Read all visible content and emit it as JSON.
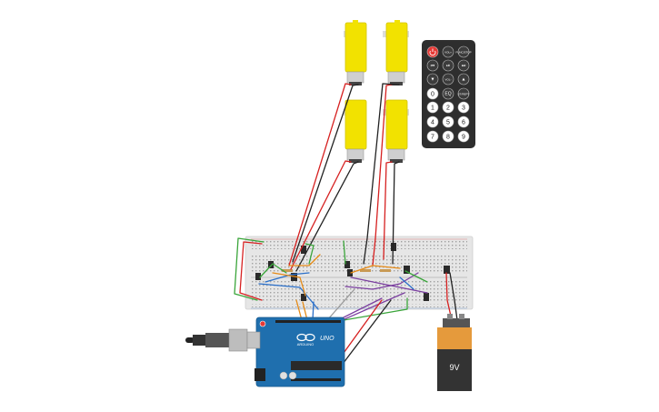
{
  "remote": {
    "buttons": [
      {
        "name": "power-button",
        "label": "",
        "icon": "power-icon",
        "color": "#e53935"
      },
      {
        "name": "vol-up-button",
        "label": "VOL+"
      },
      {
        "name": "func-stop-button",
        "label": "FUNC/STOP"
      },
      {
        "name": "rewind-button",
        "label": "⏮",
        "icon": "rewind-icon"
      },
      {
        "name": "play-pause-button",
        "label": "⏯",
        "icon": "play-pause-icon"
      },
      {
        "name": "fast-forward-button",
        "label": "⏭",
        "icon": "fast-forward-icon"
      },
      {
        "name": "down-button",
        "label": "▼",
        "icon": "down-arrow-icon"
      },
      {
        "name": "vol-down-button",
        "label": "VOL-"
      },
      {
        "name": "up-button",
        "label": "▲",
        "icon": "up-arrow-icon"
      },
      {
        "name": "zero-button",
        "label": "0"
      },
      {
        "name": "eq-button",
        "label": "EQ"
      },
      {
        "name": "st-rept-button",
        "label": "ST/REPT"
      },
      {
        "name": "one-button",
        "label": "1"
      },
      {
        "name": "two-button",
        "label": "2"
      },
      {
        "name": "three-button",
        "label": "3"
      },
      {
        "name": "four-button",
        "label": "4"
      },
      {
        "name": "five-button",
        "label": "5"
      },
      {
        "name": "six-button",
        "label": "6"
      },
      {
        "name": "seven-button",
        "label": "7"
      },
      {
        "name": "eight-button",
        "label": "8"
      },
      {
        "name": "nine-button",
        "label": "9"
      }
    ]
  },
  "battery": {
    "label": "9V"
  },
  "arduino": {
    "model": "UNO",
    "brand": "ARDUINO"
  },
  "colors": {
    "motor_yellow": "#f2e200",
    "breadboard": "#e6e6e6",
    "arduino_blue": "#1f6fae",
    "battery_orange": "#e59a3c",
    "battery_body": "#333333",
    "wire_red": "#d62020",
    "wire_black": "#222222",
    "wire_green": "#3aa53a",
    "wire_orange": "#e58a16",
    "wire_purple": "#7b3fa0",
    "wire_blue": "#2a6fc9",
    "wire_gray": "#999999"
  }
}
